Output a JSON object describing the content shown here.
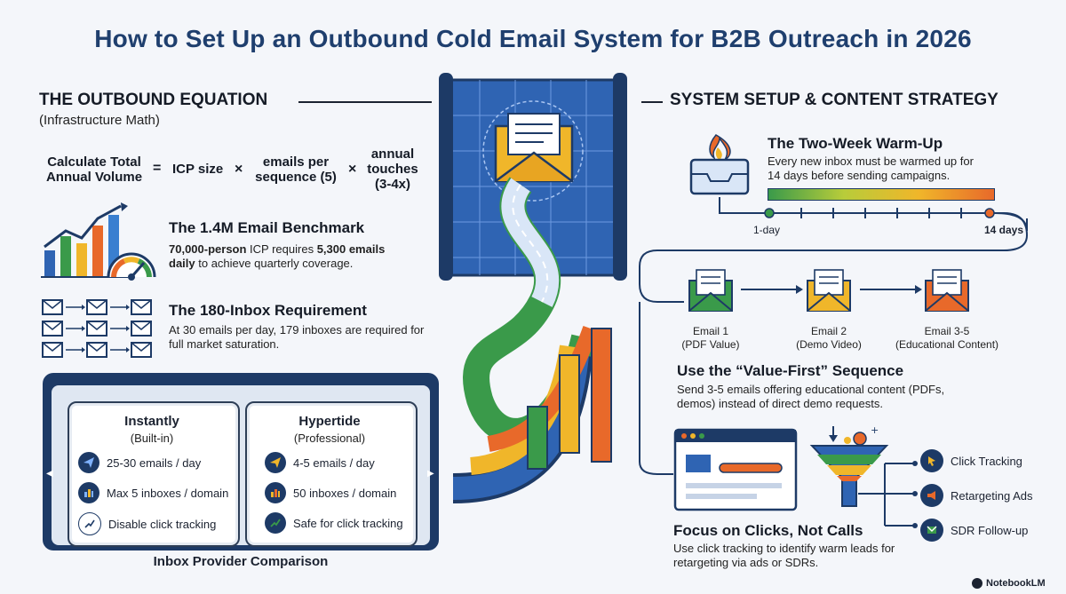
{
  "title": "How to Set Up an Outbound Cold Email System for B2B Outreach in 2026",
  "left": {
    "heading": "THE OUTBOUND EQUATION",
    "subheading": "(Infrastructure Math)",
    "equation": {
      "lhs": "Calculate Total Annual Volume",
      "eq": "=",
      "term1": "ICP size",
      "times": "×",
      "term2": "emails per sequence (5)",
      "term3": "annual touches (3-4x)"
    },
    "benchmark": {
      "title": "The 1.4M Email Benchmark",
      "b1": "70,000-person",
      "t1": " ICP requires ",
      "b2": "5,300 emails daily",
      "t2": " to achieve quarterly coverage."
    },
    "inbox_req": {
      "title": "The 180-Inbox Requirement",
      "text": "At 30 emails per day, 179 inboxes are required for full market saturation."
    },
    "comparison": {
      "caption": "Inbox Provider Comparison",
      "providers": [
        {
          "name": "Instantly",
          "type": "(Built-in)",
          "rows": [
            "25-30 emails / day",
            "Max 5 inboxes / domain",
            "Disable click tracking"
          ]
        },
        {
          "name": "Hypertide",
          "type": "(Professional)",
          "rows": [
            "4-5 emails / day",
            "50 inboxes / domain",
            "Safe for click tracking"
          ]
        }
      ]
    }
  },
  "right": {
    "heading": "SYSTEM SETUP & CONTENT STRATEGY",
    "warmup": {
      "title": "The Two-Week Warm-Up",
      "text": "Every new inbox must be warmed up for 14 days before sending campaigns.",
      "start": "1-day",
      "end": "14 days"
    },
    "emails": [
      {
        "name": "Email 1",
        "desc": "(PDF Value)",
        "color": "#3a9a4a"
      },
      {
        "name": "Email 2",
        "desc": "(Demo Video)",
        "color": "#f0b62a"
      },
      {
        "name": "Email 3-5",
        "desc": "(Educational Content)",
        "color": "#e8692a"
      }
    ],
    "sequence": {
      "title": "Use the “Value-First” Sequence",
      "text": "Send 3-5 emails offering educational content (PDFs, demos) instead of direct demo requests."
    },
    "clicks": {
      "title": "Focus on Clicks, Not Calls",
      "text": "Use click tracking to identify warm leads for retargeting via ads or SDRs.",
      "channels": [
        "Click Tracking",
        "Retargeting Ads",
        "SDR Follow-up"
      ]
    }
  },
  "brand": "NotebookLM",
  "colors": {
    "navy": "#1d3a66",
    "blue": "#2f64b3",
    "green": "#3a9a4a",
    "yellow": "#f0b62a",
    "orange": "#e8692a"
  }
}
